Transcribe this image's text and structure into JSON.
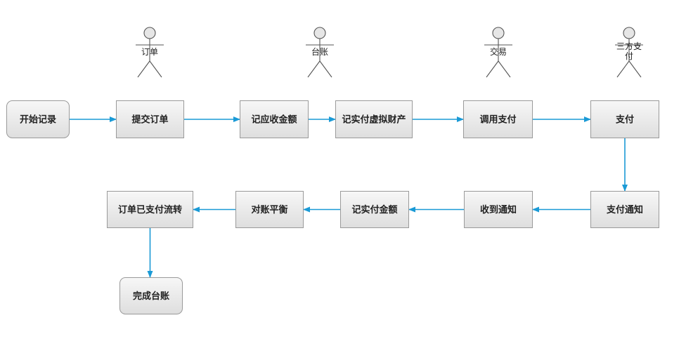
{
  "colors": {
    "edge": "#1a9ad6",
    "node_fill_top": "#f7f7f7",
    "node_fill_bottom": "#dedede",
    "node_border": "#9a9a9a"
  },
  "actors": [
    {
      "id": "actor-order",
      "label": "订单"
    },
    {
      "id": "actor-ledger",
      "label": "台账"
    },
    {
      "id": "actor-trade",
      "label": "交易"
    },
    {
      "id": "actor-third-party-pay",
      "label": "三方支",
      "label2": "付"
    }
  ],
  "nodes": [
    {
      "id": "start-record",
      "label": "开始记录",
      "shape": "rounded"
    },
    {
      "id": "submit-order",
      "label": "提交订单",
      "shape": "rect"
    },
    {
      "id": "record-receivable",
      "label": "记应收金额",
      "shape": "rect"
    },
    {
      "id": "record-paid-virtual-asset",
      "label": "记实付虚拟财产",
      "shape": "rect"
    },
    {
      "id": "call-payment",
      "label": "调用支付",
      "shape": "rect"
    },
    {
      "id": "payment",
      "label": "支付",
      "shape": "rect"
    },
    {
      "id": "payment-notice",
      "label": "支付通知",
      "shape": "rect"
    },
    {
      "id": "receive-notice",
      "label": "收到通知",
      "shape": "rect"
    },
    {
      "id": "record-paid-amount",
      "label": "记实付金额",
      "shape": "rect"
    },
    {
      "id": "reconcile-balance",
      "label": "对账平衡",
      "shape": "rect"
    },
    {
      "id": "order-paid-flow",
      "label": "订单已支付流转",
      "shape": "rect"
    },
    {
      "id": "complete-ledger",
      "label": "完成台账",
      "shape": "rounded"
    }
  ],
  "edges": [
    {
      "from": "start-record",
      "to": "submit-order"
    },
    {
      "from": "submit-order",
      "to": "record-receivable"
    },
    {
      "from": "record-receivable",
      "to": "record-paid-virtual-asset"
    },
    {
      "from": "record-paid-virtual-asset",
      "to": "call-payment"
    },
    {
      "from": "call-payment",
      "to": "payment"
    },
    {
      "from": "payment",
      "to": "payment-notice"
    },
    {
      "from": "payment-notice",
      "to": "receive-notice"
    },
    {
      "from": "receive-notice",
      "to": "record-paid-amount"
    },
    {
      "from": "record-paid-amount",
      "to": "reconcile-balance"
    },
    {
      "from": "reconcile-balance",
      "to": "order-paid-flow"
    },
    {
      "from": "order-paid-flow",
      "to": "complete-ledger"
    }
  ]
}
